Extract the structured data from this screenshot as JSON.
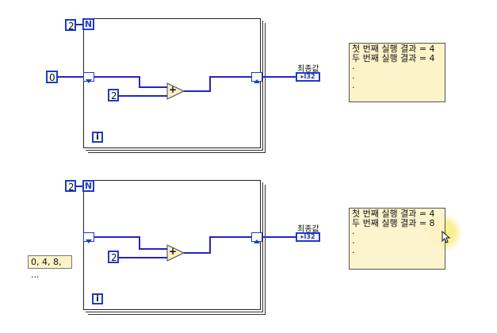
{
  "diagram_1": {
    "count_value": "2",
    "count_terminal": "N",
    "shift_init": "0",
    "addend": "2",
    "add_glyph": "+",
    "iteration_terminal": "i",
    "indicator_label": "최종값",
    "indicator_type": "I32"
  },
  "diagram_2": {
    "count_value": "2",
    "count_terminal": "N",
    "addend": "2",
    "add_glyph": "+",
    "iteration_terminal": "i",
    "indicator_label": "최종값",
    "indicator_type": "I32",
    "array_note": "0, 4, 8, ..."
  },
  "note_1": {
    "line1": "첫 번째 실행 결과 = 4",
    "line2": "두 번째 실행 결과 = 4",
    "dots": [
      ".",
      ".",
      "."
    ]
  },
  "note_2": {
    "line1": "첫 번째 실행 결과 = 4",
    "line2": "두 번째 실행 결과 = 8",
    "dots": [
      ".",
      ".",
      "."
    ]
  },
  "colors": {
    "wire": "#2424c8",
    "terminal_blue": "#1d3cc8",
    "note_bg": "#fcf3c8",
    "add_fill": "#f6efc8",
    "cursor_highlight": "#f9ed79"
  }
}
